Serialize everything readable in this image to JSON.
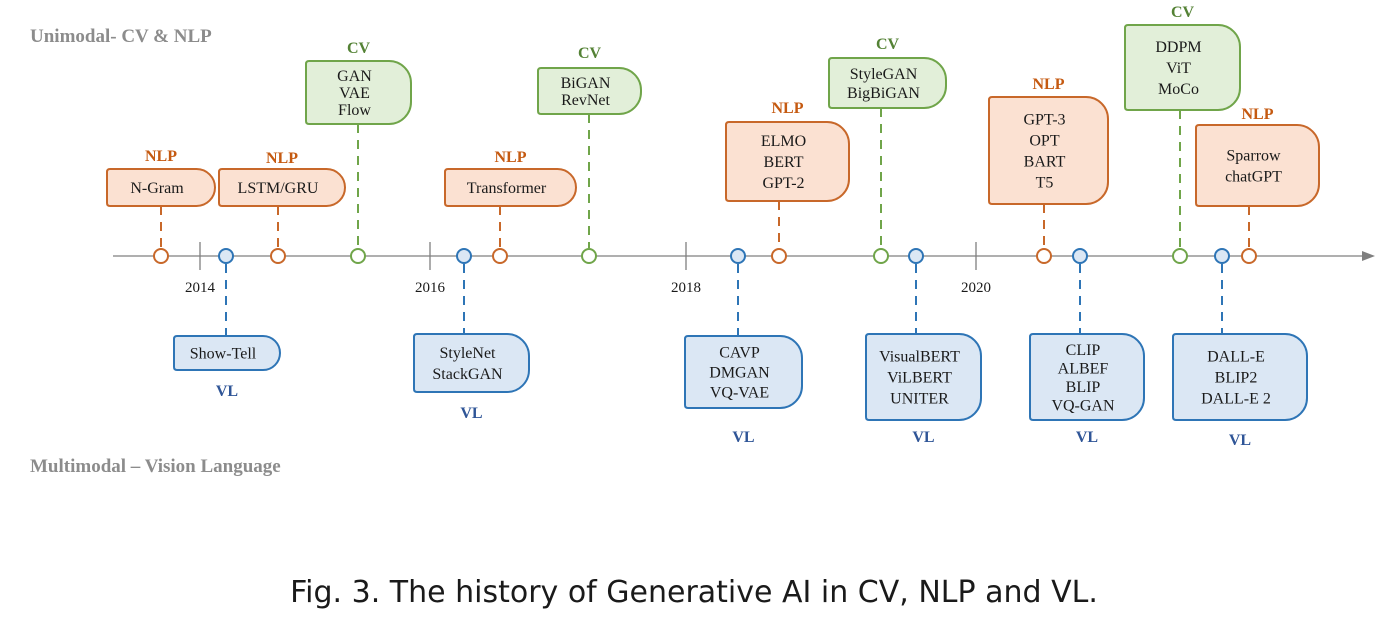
{
  "header": {
    "unimodal": "Unimodal- CV & NLP",
    "multimodal": "Multimodal – Vision Language"
  },
  "years": [
    "2014",
    "2016",
    "2018",
    "2020"
  ],
  "categories": {
    "cv": "CV",
    "nlp": "NLP",
    "vl": "VL"
  },
  "colors": {
    "cv_stroke": "#70a54a",
    "cv_fill": "#e2efd9",
    "cv_label": "#548235",
    "nlp_stroke": "#c8682a",
    "nlp_fill": "#fbe1d2",
    "nlp_label": "#c55a11",
    "vl_stroke": "#2e75b6",
    "vl_fill": "#dbe7f4",
    "vl_label": "#2f5597",
    "axis": "#7f7f7f",
    "header_text": "#8c8c8c"
  },
  "milestones": [
    {
      "category": "nlp",
      "label": "NLP",
      "items": [
        "N-Gram"
      ]
    },
    {
      "category": "vl",
      "label": "VL",
      "items": [
        "Show-Tell"
      ]
    },
    {
      "category": "nlp",
      "label": "NLP",
      "items": [
        "LSTM/GRU"
      ]
    },
    {
      "category": "cv",
      "label": "CV",
      "items": [
        "GAN",
        "VAE",
        "Flow"
      ]
    },
    {
      "category": "vl",
      "label": "VL",
      "items": [
        "StyleNet",
        "StackGAN"
      ]
    },
    {
      "category": "nlp",
      "label": "NLP",
      "items": [
        "Transformer"
      ]
    },
    {
      "category": "cv",
      "label": "CV",
      "items": [
        "BiGAN",
        "RevNet"
      ]
    },
    {
      "category": "vl",
      "label": "VL",
      "items": [
        "CAVP",
        "DMGAN",
        "VQ-VAE"
      ]
    },
    {
      "category": "nlp",
      "label": "NLP",
      "items": [
        "ELMO",
        "BERT",
        "GPT-2"
      ]
    },
    {
      "category": "cv",
      "label": "CV",
      "items": [
        "StyleGAN",
        "BigBiGAN"
      ]
    },
    {
      "category": "vl",
      "label": "VL",
      "items": [
        "VisualBERT",
        "ViLBERT",
        "UNITER"
      ]
    },
    {
      "category": "nlp",
      "label": "NLP",
      "items": [
        "GPT-3",
        "OPT",
        "BART",
        "T5"
      ]
    },
    {
      "category": "vl",
      "label": "VL",
      "items": [
        "CLIP",
        "ALBEF",
        "BLIP",
        "VQ-GAN"
      ]
    },
    {
      "category": "cv",
      "label": "CV",
      "items": [
        "DDPM",
        "ViT",
        "MoCo"
      ]
    },
    {
      "category": "vl",
      "label": "VL",
      "items": [
        "DALL-E",
        "BLIP2",
        "DALL-E 2"
      ]
    },
    {
      "category": "nlp",
      "label": "NLP",
      "items": [
        "Sparrow",
        "chatGPT"
      ]
    }
  ],
  "caption": "Fig. 3.  The history of Generative AI in CV, NLP and VL."
}
